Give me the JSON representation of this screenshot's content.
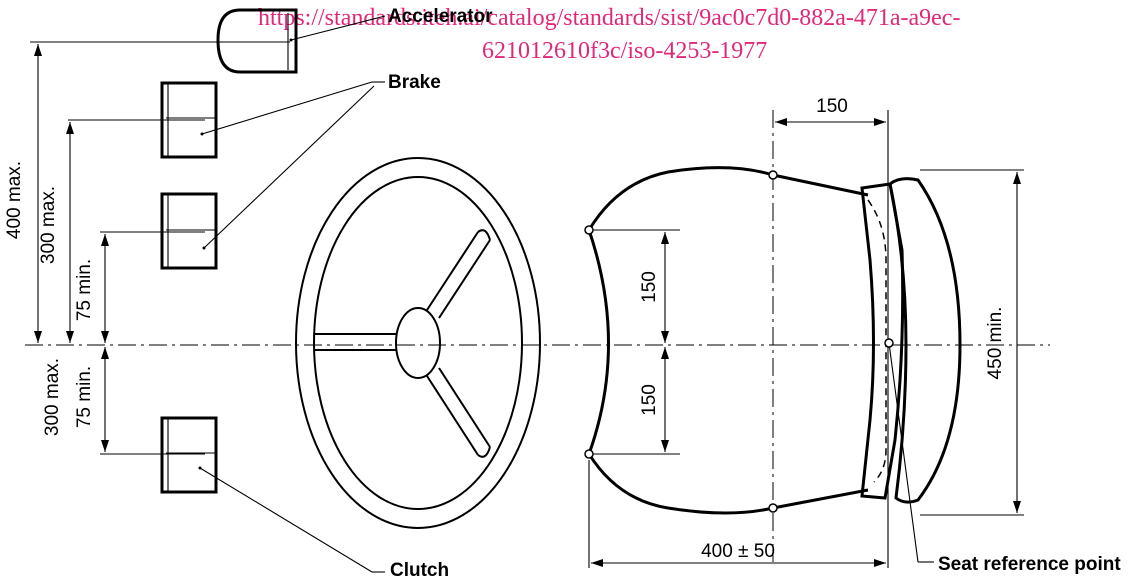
{
  "watermark": {
    "line1": "https://standards.iteh.ai/catalog/standards/sist/9ac0c7d0-882a-471a-a9ec-",
    "line2": "621012610f3c/iso-4253-1977"
  },
  "labels": {
    "accelerator": "Accelerator",
    "brake": "Brake",
    "clutch": "Clutch",
    "seat_reference_point": "Seat reference point"
  },
  "dimensions": {
    "d400max": "400 max.",
    "d300max_top": "300 max.",
    "d75min_top": "75 min.",
    "d300max_bottom": "300 max.",
    "d75min_bottom": "75 min.",
    "d150_upper": "150",
    "d150_lower": "150",
    "d150_top": "150",
    "d450min": "450 min.",
    "d400pm50": "400 ± 50"
  }
}
